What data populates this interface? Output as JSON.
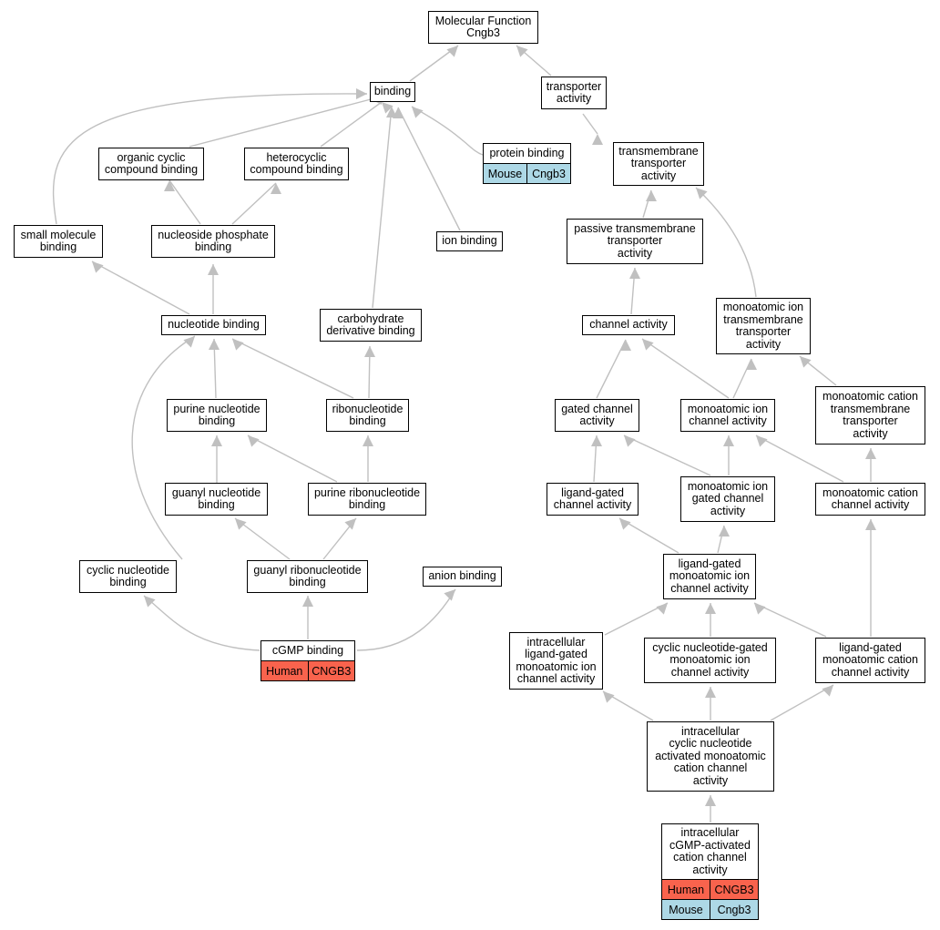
{
  "colors": {
    "edge": "#c0c0c0",
    "human": "#f9634d",
    "mouse": "#add8e6",
    "border": "#000000"
  },
  "nodes": {
    "mf": "Molecular Function\nCngb3",
    "binding": "binding",
    "transporter": "transporter\nactivity",
    "organic_cyclic": "organic cyclic\ncompound binding",
    "heterocyclic": "heterocyclic\ncompound binding",
    "protein_binding": "protein binding",
    "tm_transporter": "transmembrane\ntransporter\nactivity",
    "small_molecule": "small molecule\nbinding",
    "nucleoside_phosphate": "nucleoside phosphate\nbinding",
    "ion_binding": "ion binding",
    "passive_tm": "passive transmembrane\ntransporter\nactivity",
    "nucleotide_binding": "nucleotide binding",
    "carbohydrate": "carbohydrate\nderivative binding",
    "channel_activity": "channel activity",
    "mono_ion_tm": "monoatomic ion\ntransmembrane\ntransporter\nactivity",
    "purine_nucleotide": "purine nucleotide\nbinding",
    "ribonucleotide": "ribonucleotide\nbinding",
    "gated_channel": "gated channel\nactivity",
    "mono_ion_channel": "monoatomic ion\nchannel activity",
    "mono_cation_tm": "monoatomic cation\ntransmembrane\ntransporter\nactivity",
    "guanyl_nucleotide": "guanyl nucleotide\nbinding",
    "purine_ribonucleotide": "purine ribonucleotide\nbinding",
    "ligand_gated": "ligand-gated\nchannel activity",
    "mono_ion_gated": "monoatomic ion\ngated channel\nactivity",
    "mono_cation_channel": "monoatomic cation\nchannel activity",
    "cyclic_nucleotide": "cyclic nucleotide\nbinding",
    "guanyl_ribonucleotide": "guanyl ribonucleotide\nbinding",
    "anion_binding": "anion binding",
    "lg_mono_ion": "ligand-gated\nmonoatomic ion\nchannel activity",
    "cgmp_binding": "cGMP binding",
    "intra_lg": "intracellular\nligand-gated\nmonoatomic ion\nchannel activity",
    "cng_mono": "cyclic nucleotide-gated\nmonoatomic ion\nchannel activity",
    "lg_mono_cation": "ligand-gated\nmonoatomic cation\nchannel activity",
    "intra_cn": "intracellular\ncyclic nucleotide\nactivated monoatomic\ncation channel\nactivity",
    "intra_cgmp": "intracellular\ncGMP-activated\ncation channel\nactivity"
  },
  "annotations": {
    "protein_binding_mouse": {
      "species": "Mouse",
      "gene": "Cngb3"
    },
    "cgmp_binding_human": {
      "species": "Human",
      "gene": "CNGB3"
    },
    "intra_cgmp_human": {
      "species": "Human",
      "gene": "CNGB3"
    },
    "intra_cgmp_mouse": {
      "species": "Mouse",
      "gene": "Cngb3"
    }
  }
}
